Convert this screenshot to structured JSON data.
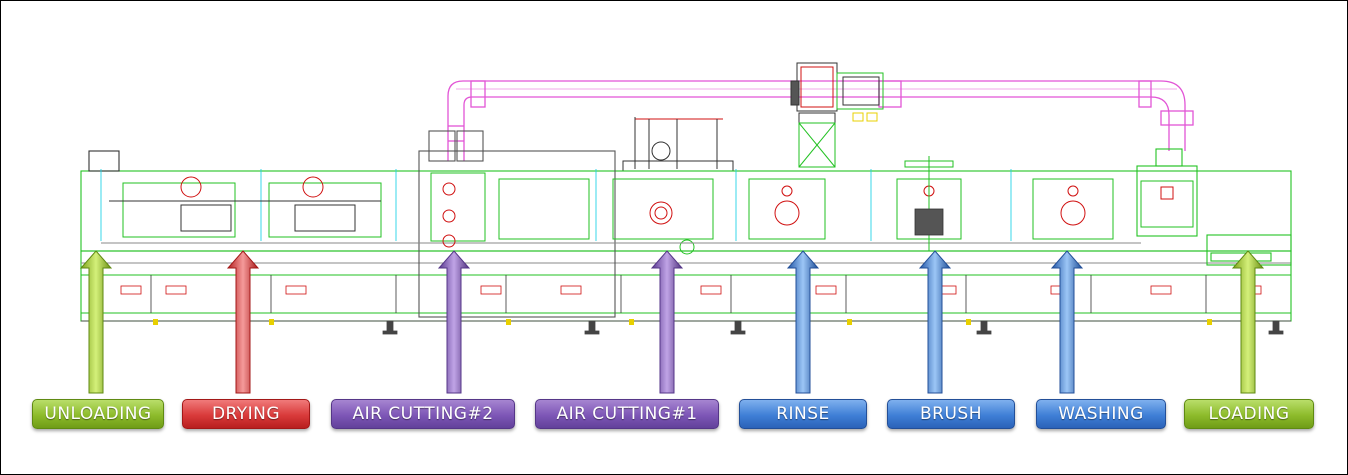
{
  "diagram": {
    "stages": [
      {
        "id": "unloading",
        "label": "UNLOADING",
        "color": "#8dbb2b",
        "class": "green"
      },
      {
        "id": "drying",
        "label": "DRYING",
        "color": "#d93a3a",
        "class": "red"
      },
      {
        "id": "air-cutting-2",
        "label": "AIR CUTTING#2",
        "color": "#7d56b6",
        "class": "purple"
      },
      {
        "id": "air-cutting-1",
        "label": "AIR CUTTING#1",
        "color": "#7d56b6",
        "class": "purple"
      },
      {
        "id": "rinse",
        "label": "RINSE",
        "color": "#3f7fd6",
        "class": "blue"
      },
      {
        "id": "brush",
        "label": "BRUSH",
        "color": "#3f7fd6",
        "class": "blue"
      },
      {
        "id": "washing",
        "label": "WASHING",
        "color": "#3f7fd6",
        "class": "blue"
      },
      {
        "id": "loading",
        "label": "LOADING",
        "color": "#8dbb2b",
        "class": "green"
      }
    ],
    "colors": {
      "frame_line": "#22c222",
      "pipe": "#e255d6",
      "guide": "#22d3e6",
      "detail": "#d01010",
      "outline": "#333333",
      "marker": "#e8d000"
    }
  }
}
